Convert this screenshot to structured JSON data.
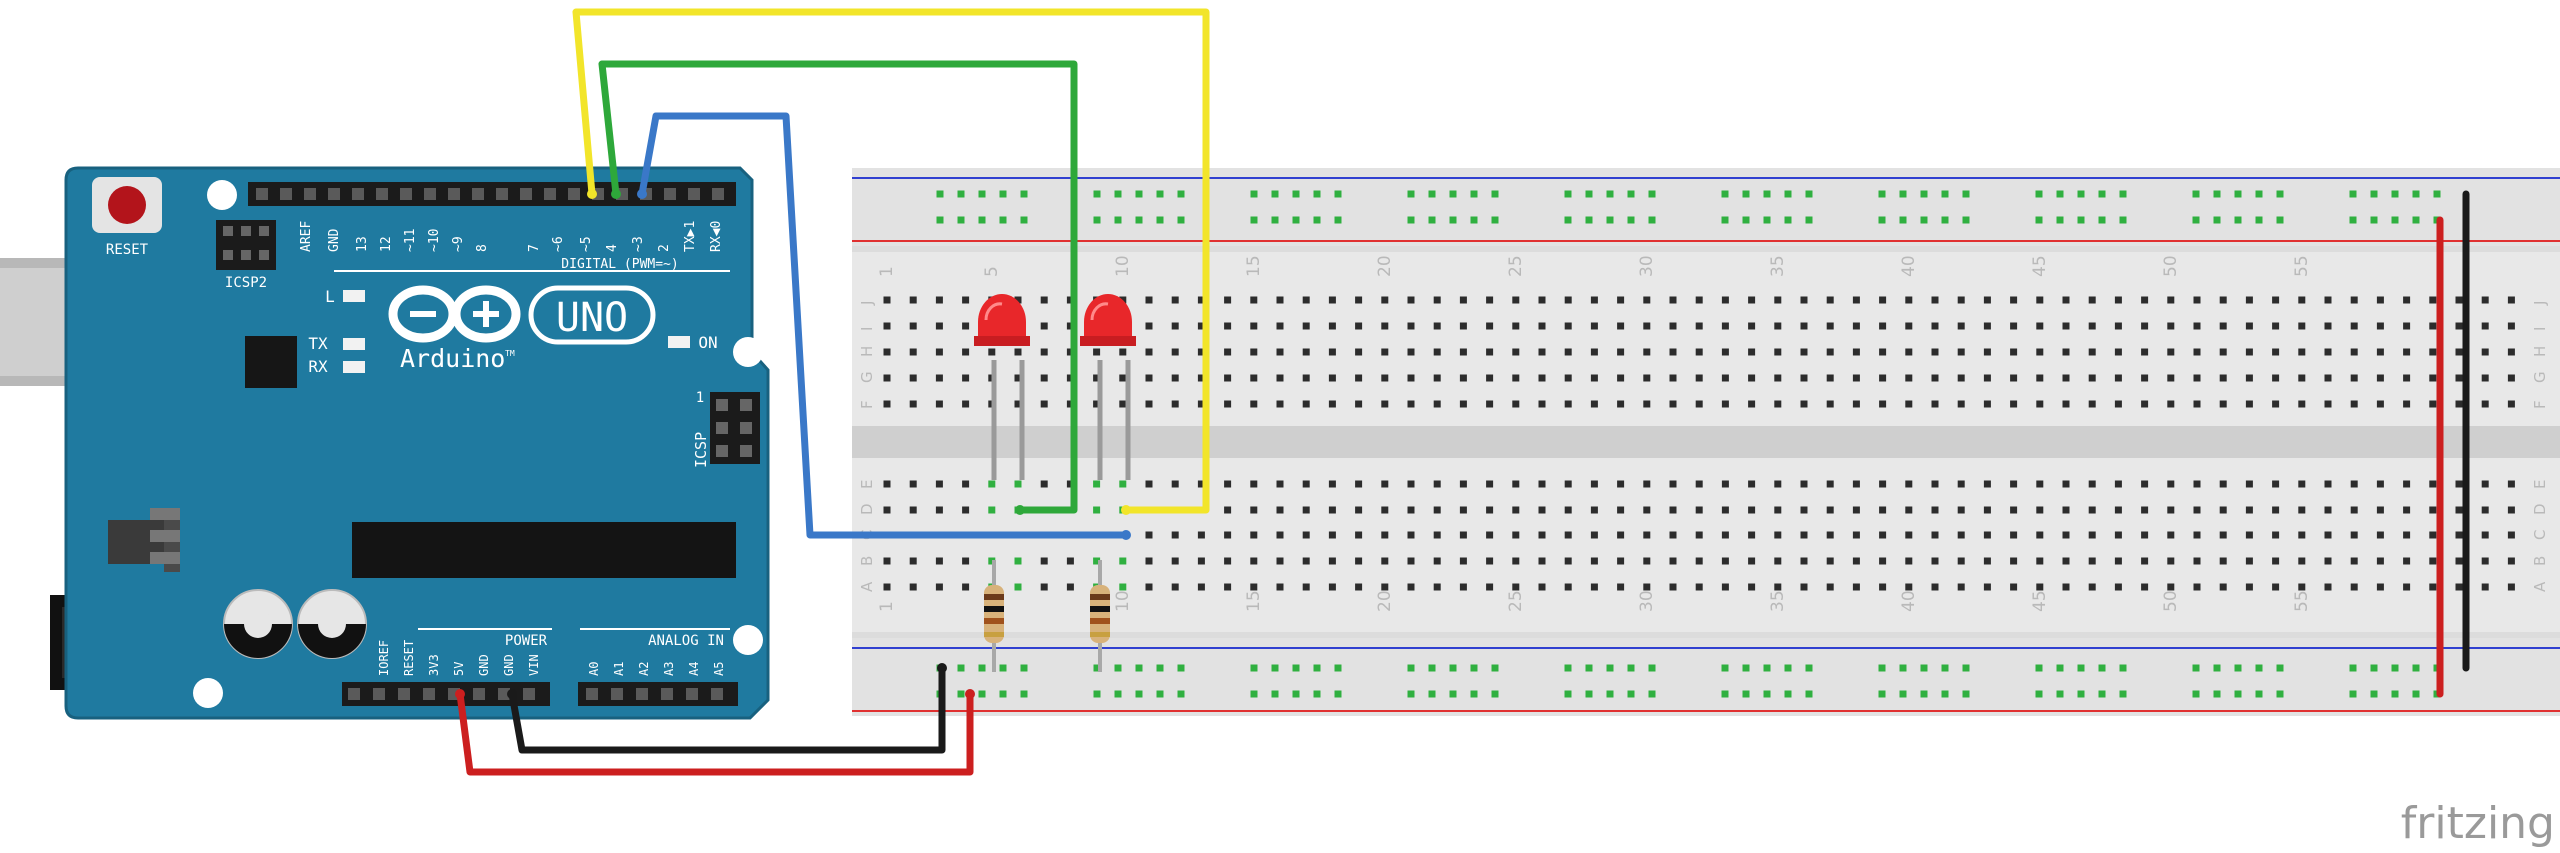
{
  "watermark": "fritzing",
  "arduino": {
    "logo_text": "Arduino",
    "tm": "TM",
    "model": "UNO",
    "reset_label": "RESET",
    "icsp2_label": "ICSP2",
    "icsp_label": "ICSP",
    "icsp_pin1": "1",
    "digital_label": "DIGITAL (PWM=~)",
    "led_l": "L",
    "led_tx": "TX",
    "led_rx": "RX",
    "led_on": "ON",
    "power_label": "POWER",
    "analog_label": "ANALOG IN",
    "digital_pins": [
      "AREF",
      "GND",
      "13",
      "12",
      "~11",
      "~10",
      "~9",
      "8",
      "7",
      "~6",
      "~5",
      "4",
      "~3",
      "2",
      "TX▶1",
      "RX◀0"
    ],
    "power_pins": [
      "IOREF",
      "RESET",
      "3V3",
      "5V",
      "GND",
      "GND",
      "VIN"
    ],
    "analog_pins": [
      "A0",
      "A1",
      "A2",
      "A3",
      "A4",
      "A5"
    ]
  },
  "breadboard": {
    "column_numbers": [
      "1",
      "5",
      "10",
      "15",
      "20",
      "25",
      "30",
      "35",
      "40",
      "45",
      "50",
      "55"
    ],
    "rows_top": [
      "J",
      "I",
      "H",
      "G",
      "F"
    ],
    "rows_bottom": [
      "E",
      "D",
      "C",
      "B",
      "A"
    ]
  },
  "wires": [
    {
      "name": "yellow-wire",
      "color": "#f2e52a"
    },
    {
      "name": "green-wire",
      "color": "#2ea83a"
    },
    {
      "name": "blue-wire",
      "color": "#3a78c8"
    },
    {
      "name": "red-power-wire",
      "color": "#cc1f1f"
    },
    {
      "name": "black-ground-wire",
      "color": "#1a1a1a"
    }
  ],
  "colors": {
    "board": "#1f7aa0",
    "board_edge": "#18617f",
    "breadboard": "#dcdcdc",
    "rail_red": "#e03030",
    "rail_blue": "#3040d0",
    "led_red": "#e8272a",
    "hole_green": "#30b040"
  }
}
